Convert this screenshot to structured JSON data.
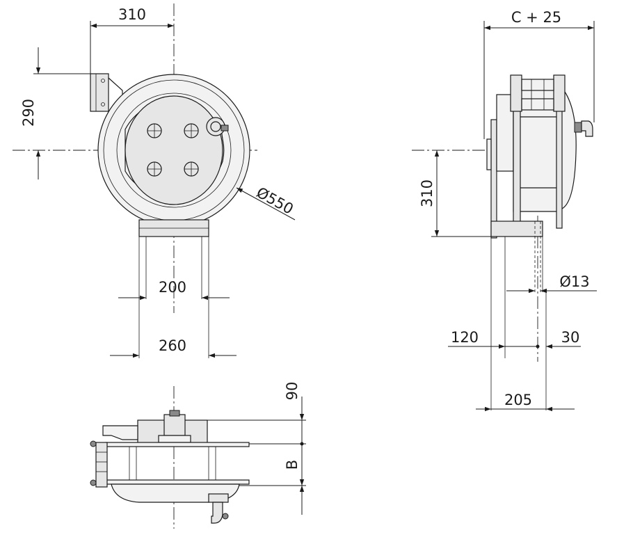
{
  "drawing": {
    "front_view": {
      "dim_width_to_bracket": "310",
      "dim_height_to_bracket": "290",
      "dim_diameter": "Ø550",
      "dim_foot_inner": "200",
      "dim_foot_outer": "260"
    },
    "side_view": {
      "dim_top_width": "C + 25",
      "dim_axis_height": "310",
      "dim_hole_diameter": "Ø13",
      "dim_left_offset": "120",
      "dim_right_offset": "30",
      "dim_base_width": "205"
    },
    "top_view": {
      "dim_top_depth": "90",
      "dim_drum_width": "B"
    }
  }
}
